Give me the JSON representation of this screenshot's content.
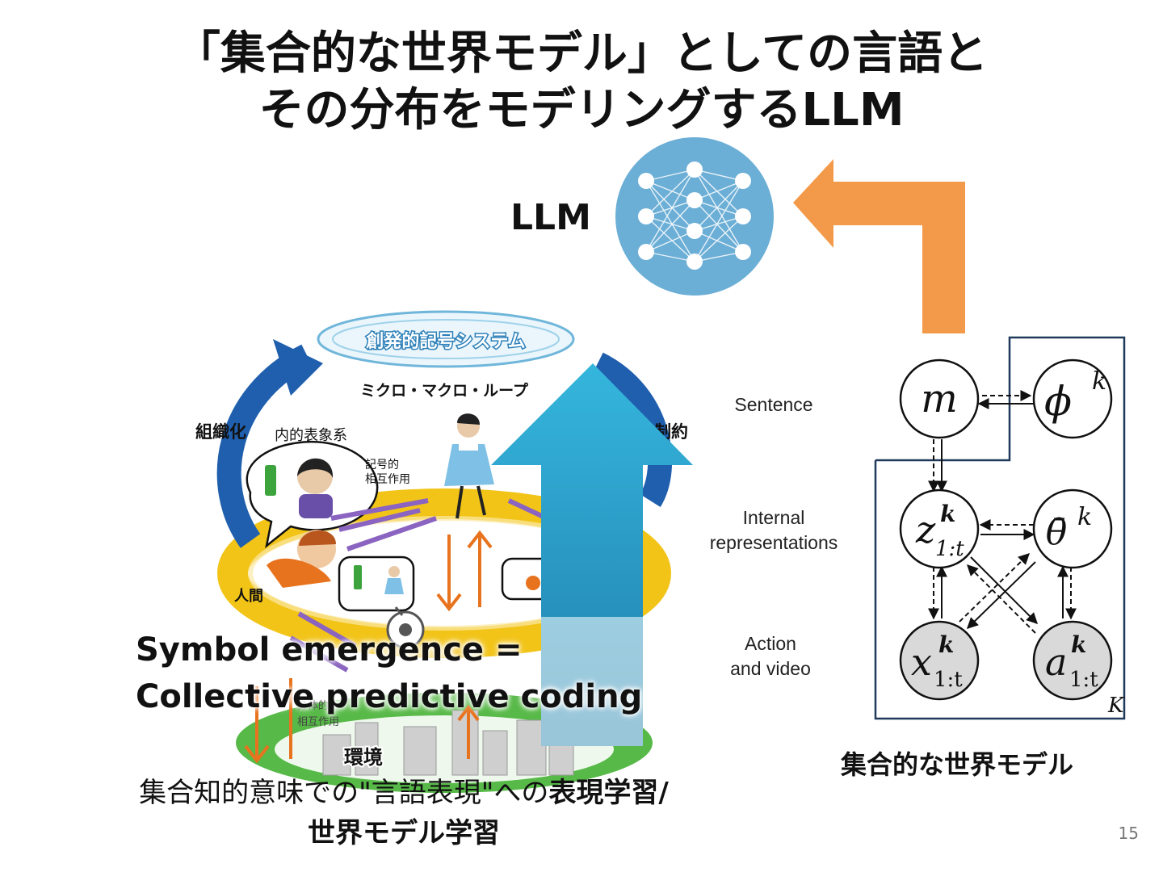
{
  "slide": {
    "title_line1": "「集合的な世界モデル」としての言語と",
    "title_line2": "その分布をモデリングするLLM",
    "llm_label": "LLM",
    "cpc_line1": "Symbol emergence =",
    "cpc_line2": "Collective predictive coding",
    "caption_line1_normal": "集合知的意味での\"言語表現\"への",
    "caption_line1_bold": "表現学習/",
    "caption_line2": "世界モデル学習",
    "page_number": "15"
  },
  "illustration": {
    "system_label": "創発的記号システム",
    "loop_label": "ミクロ・マクロ・ループ",
    "left_arc_label": "組織化",
    "right_arc_label": "制約",
    "internal_label": "内的表象系",
    "symbolic_line1": "記号的",
    "symbolic_line2": "相互作用",
    "human_label": "人間",
    "environment_label": "環境",
    "physical_line1": "身体的",
    "physical_line2": "相互作用"
  },
  "graphical_model": {
    "row_labels": {
      "sentence": "Sentence",
      "internal_line1": "Internal",
      "internal_line2": "representations",
      "action_line1": "Action",
      "action_line2": "and video"
    },
    "nodes": {
      "m": "m",
      "phi": "ϕ",
      "phi_sup": "k",
      "z": "z",
      "z_sup": "k",
      "z_sub": "1:t",
      "theta": "θ̄",
      "theta_sup": "k",
      "x": "x",
      "x_sup": "k",
      "x_sub": "1:t",
      "a": "a",
      "a_sup": "k",
      "a_sub": "1:t"
    },
    "plate_label": "K",
    "caption": "集合的な世界モデル"
  },
  "colors": {
    "orange_arrow": "#F39A4A",
    "blue_arrow": "#2AA3CF",
    "llm_circle": "#6BAED6",
    "node_gray": "#D9D9D9",
    "loop_blue": "#1F5FAE",
    "human_yellow": "#F2C418",
    "env_green": "#57B947"
  }
}
